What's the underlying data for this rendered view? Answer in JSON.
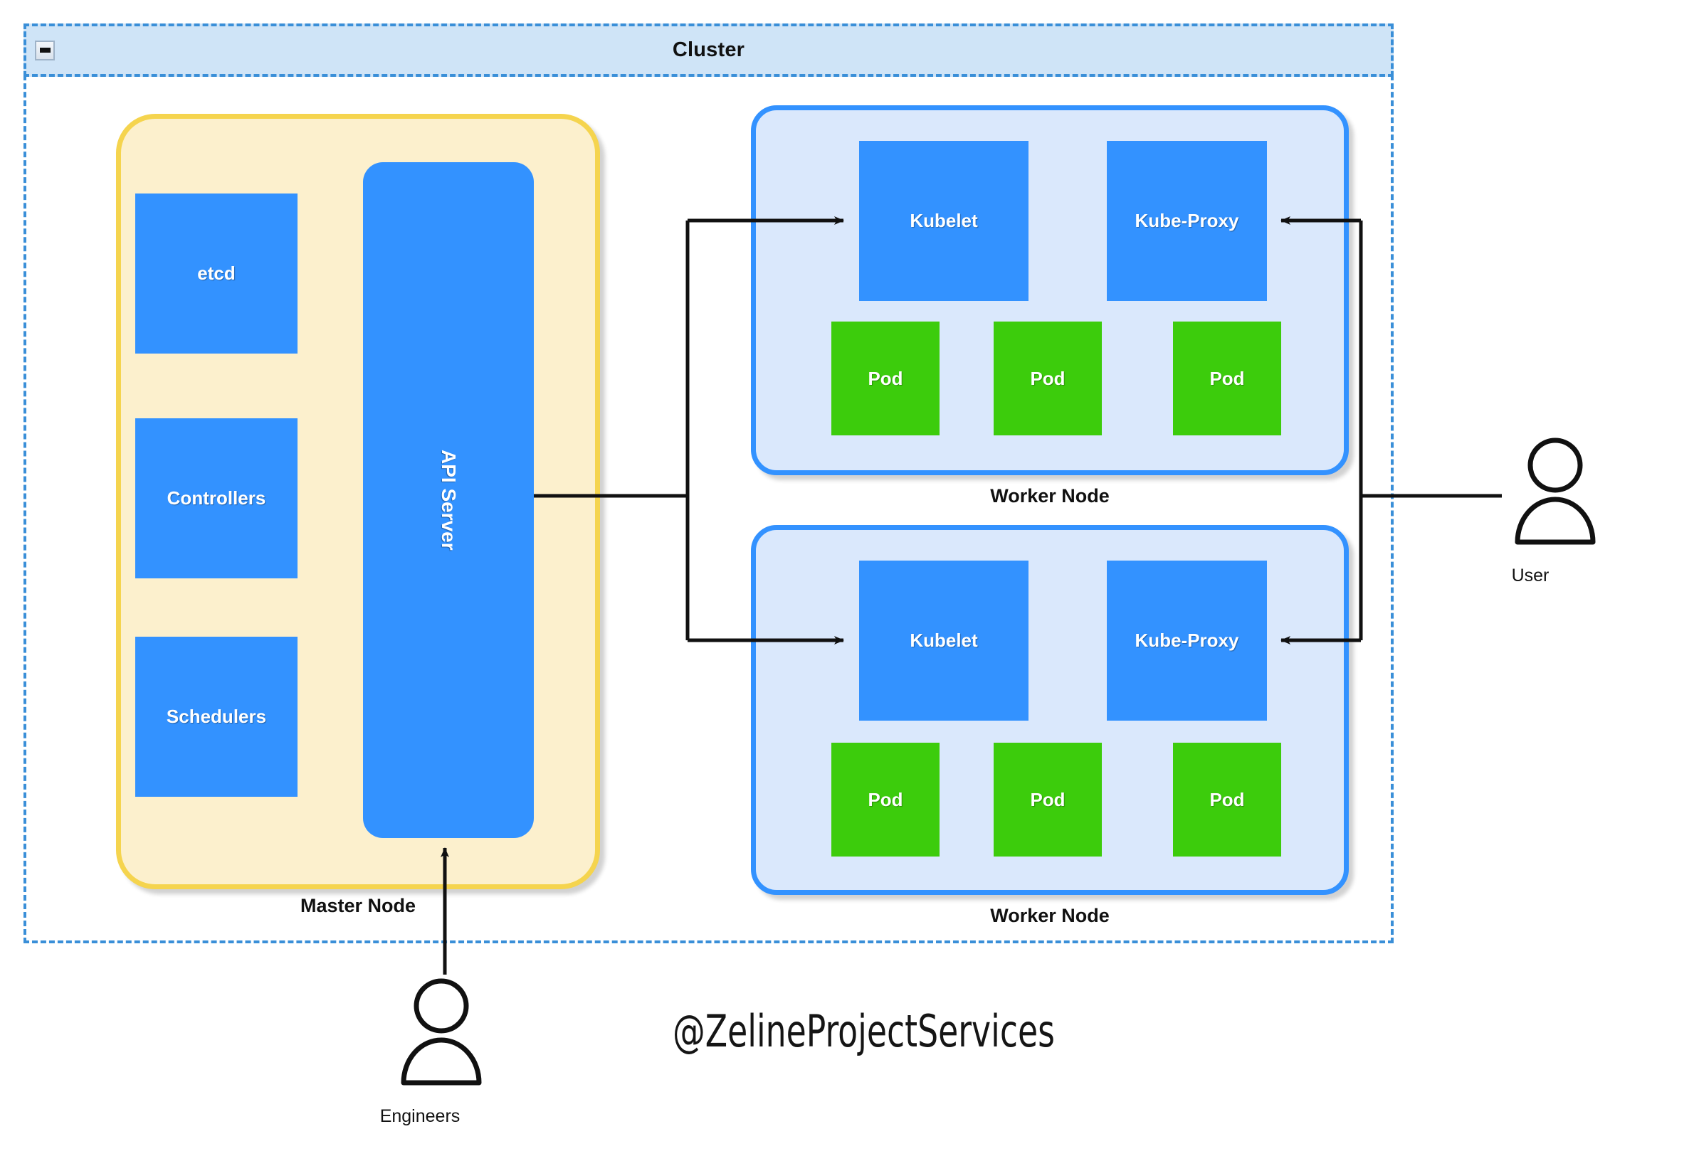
{
  "cluster": {
    "title": "Cluster",
    "collapse_icon": "minus-icon",
    "border_color": "#3a8fd8",
    "header_fill": "#cfe4f7"
  },
  "master_node": {
    "caption": "Master Node",
    "fill": "#fcf0cd",
    "border": "#f5d44e",
    "components": [
      {
        "label": "etcd"
      },
      {
        "label": "Controllers"
      },
      {
        "label": "Schedulers"
      }
    ],
    "api_server": {
      "label": "API Server",
      "fill": "#3392ff"
    }
  },
  "worker_nodes": [
    {
      "caption": "Worker Node",
      "fill": "#dae8fc",
      "border": "#3392ff",
      "kubelet": "Kubelet",
      "kube_proxy": "Kube-Proxy",
      "pods": [
        "Pod",
        "Pod",
        "Pod"
      ]
    },
    {
      "caption": "Worker Node",
      "fill": "#dae8fc",
      "border": "#3392ff",
      "kubelet": "Kubelet",
      "kube_proxy": "Kube-Proxy",
      "pods": [
        "Pod",
        "Pod",
        "Pod"
      ]
    }
  ],
  "actors": {
    "user": {
      "label": "User",
      "icon": "user-actor-icon"
    },
    "engineers": {
      "label": "Engineers",
      "icon": "user-actor-icon"
    }
  },
  "watermark": {
    "text": "@ZelineProjectServices"
  },
  "colors": {
    "component_blue": "#3392ff",
    "pod_green": "#3ccc0c",
    "connector": "#111111"
  }
}
